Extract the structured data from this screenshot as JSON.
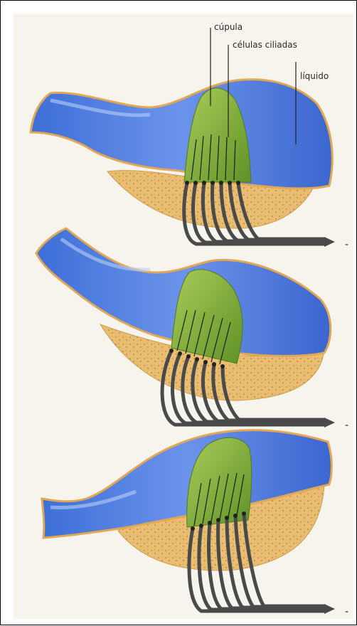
{
  "labels": {
    "cupula": "cúpula",
    "celulas": "células ciliadas",
    "liquido": "líquido"
  },
  "colors": {
    "fluid": "#5b86e6",
    "fluid_dark": "#3a64c9",
    "wall": "#e9b866",
    "base": "#e8bd70",
    "cupula": "#86b53a",
    "cupula_dark": "#5e8b22",
    "nerve": "#4a4a4a"
  },
  "panels": [
    {
      "state": "resting",
      "arrow_mark": "-"
    },
    {
      "state": "deflected-back",
      "arrow_mark": "-"
    },
    {
      "state": "deflected-forward",
      "arrow_mark": "-"
    }
  ]
}
